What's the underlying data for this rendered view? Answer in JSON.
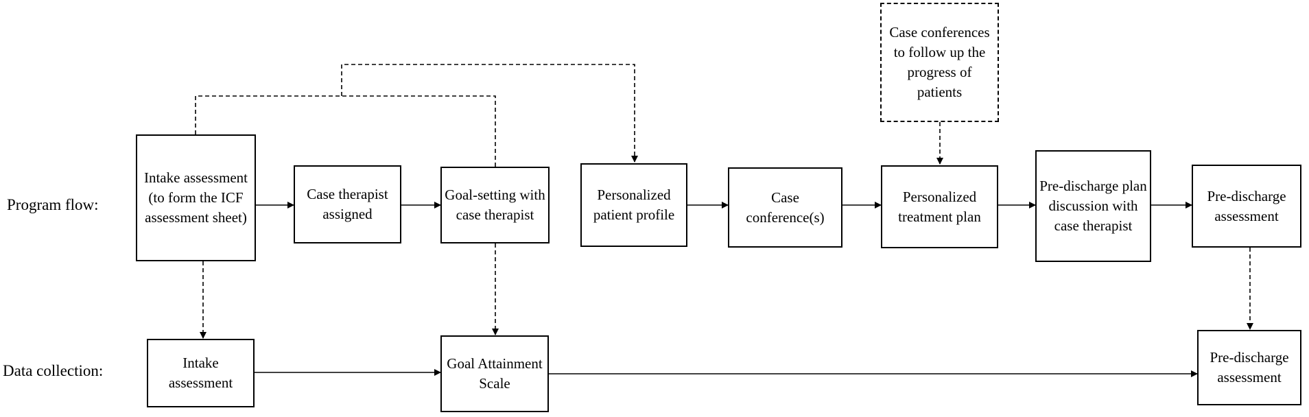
{
  "row_labels": {
    "program_flow": "Program flow:",
    "data_collection": "Data collection:"
  },
  "nodes": {
    "intake_assessment": "Intake assessment (to form the ICF assessment sheet)",
    "case_therapist_assigned": "Case therapist assigned",
    "goal_setting": "Goal-setting with case therapist",
    "personalized_profile": "Personalized patient profile",
    "case_conferences": "Case conference(s)",
    "personalized_treatment_plan": "Personalized treatment plan",
    "pre_discharge_plan_discussion": "Pre-discharge plan discussion with case therapist",
    "pre_discharge_assessment_flow": "Pre-discharge assessment",
    "case_conferences_follow_up": "Case conferences to follow up the progress of patients",
    "intake_assessment_data": "Intake assessment",
    "goal_attainment_scale": "Goal Attainment Scale",
    "pre_discharge_assessment_data": "Pre-discharge assessment"
  }
}
